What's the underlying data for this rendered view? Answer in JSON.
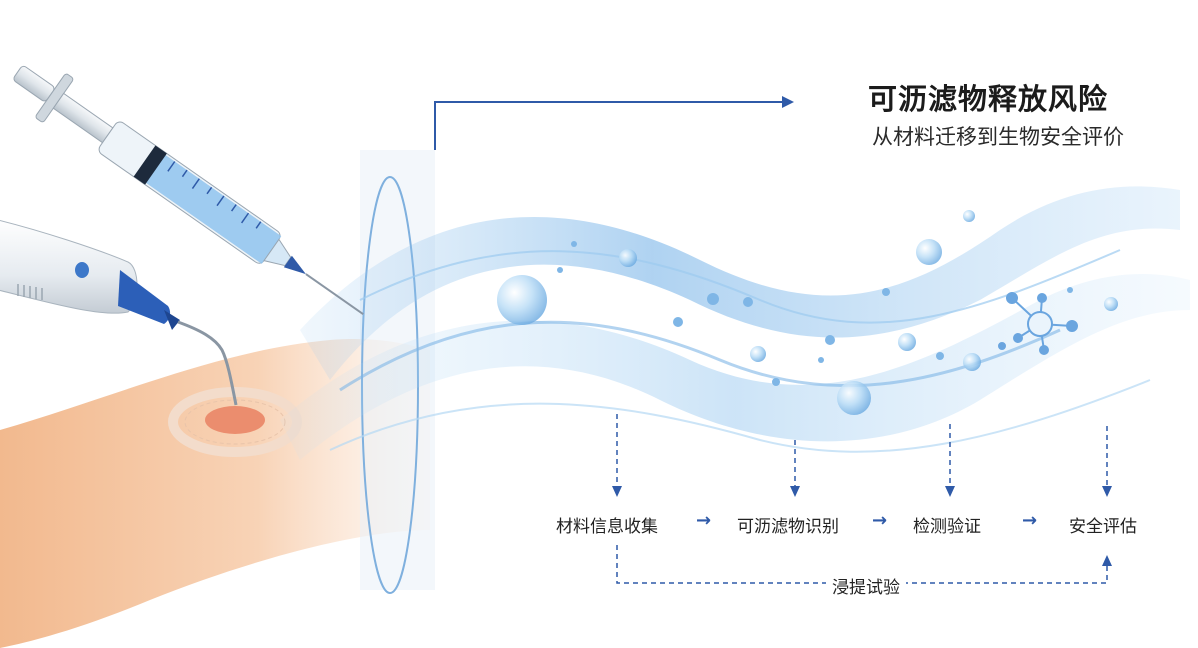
{
  "title": "可沥滤物释放风险",
  "subtitle": "从材料迁移到生物安全评价",
  "steps": [
    {
      "label": "材料信息收集"
    },
    {
      "label": "可沥滤物识别"
    },
    {
      "label": "检测验证"
    },
    {
      "label": "安全评估"
    }
  ],
  "step_arrow": "→",
  "loop_label": "浸提试验",
  "colors": {
    "arrow": "#2f5aa8",
    "wave": "#7fb6e6",
    "skin": "#f6c9a6",
    "syringe_fluid": "#8fc3ee"
  },
  "icons": [
    "syringe-icon",
    "injector-device-icon",
    "molecule-icon",
    "droplet-icon"
  ]
}
